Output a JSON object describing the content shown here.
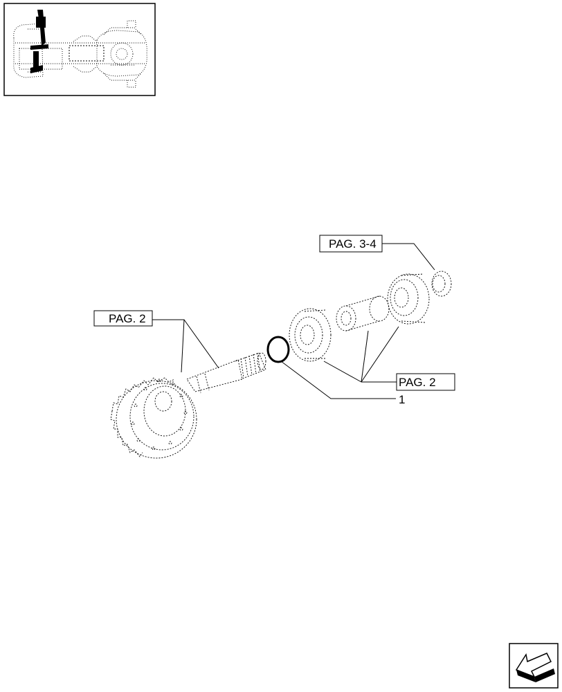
{
  "labels": {
    "ref_left": "PAG. 2",
    "ref_top": "PAG. 3-4",
    "ref_right": "PAG. 2",
    "part_1": "1"
  },
  "icons": {
    "thumbnail": "axle-assembly-thumbnail-icon",
    "nav": "back-arrow-icon"
  }
}
